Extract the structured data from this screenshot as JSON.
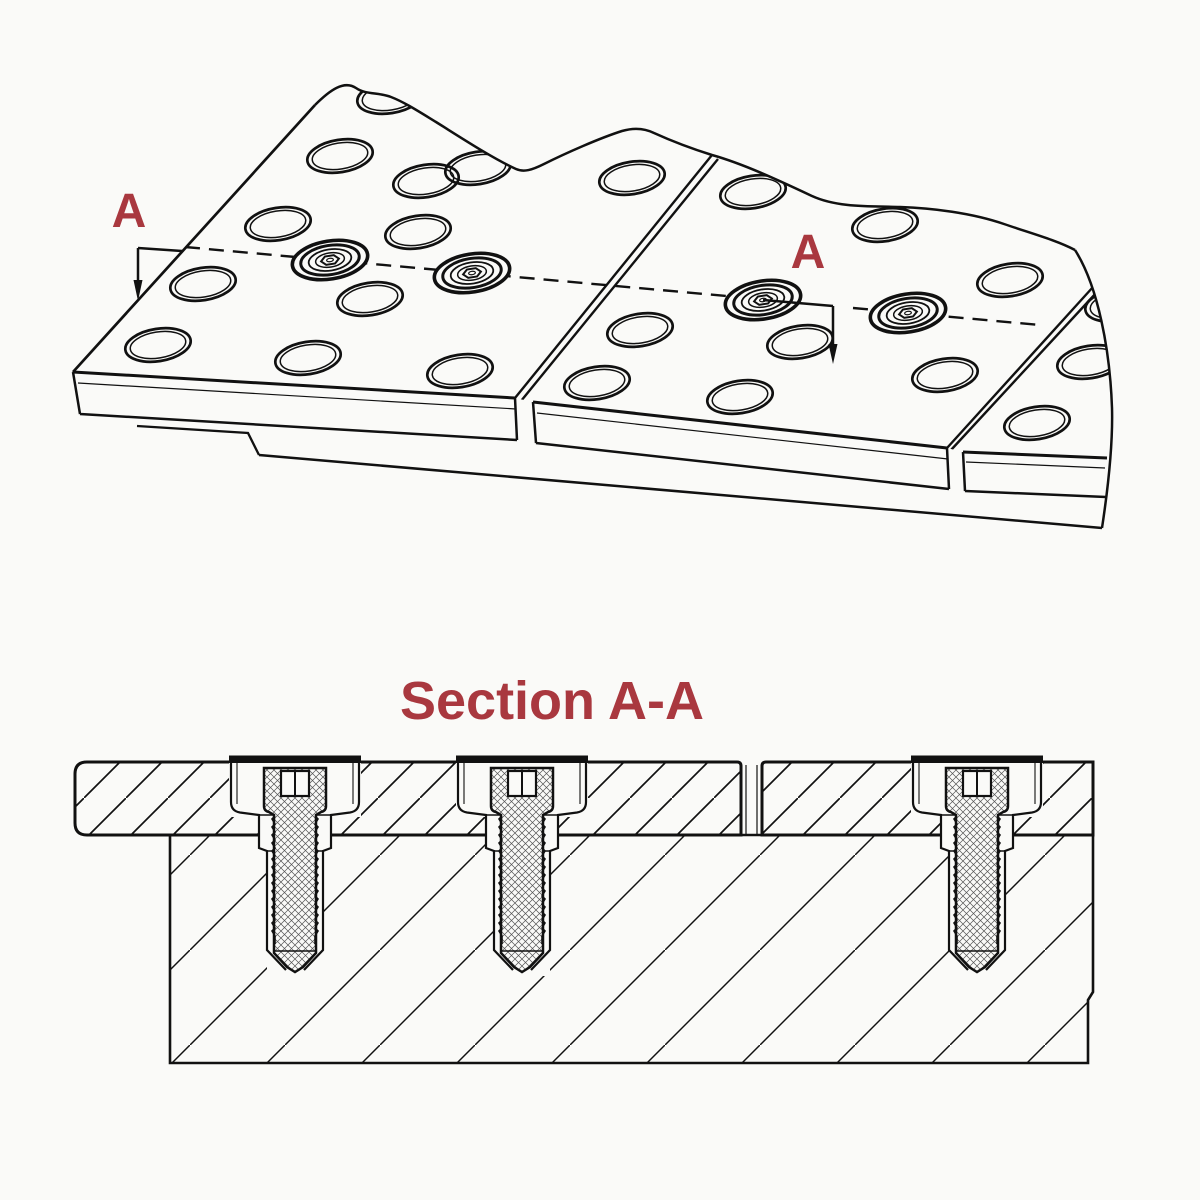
{
  "section_title": "Section A-A",
  "markers": {
    "left": "A",
    "right": "A"
  },
  "colors": {
    "label_red": "#A9383F",
    "line": "#111111",
    "background": "#FAFAF8"
  }
}
